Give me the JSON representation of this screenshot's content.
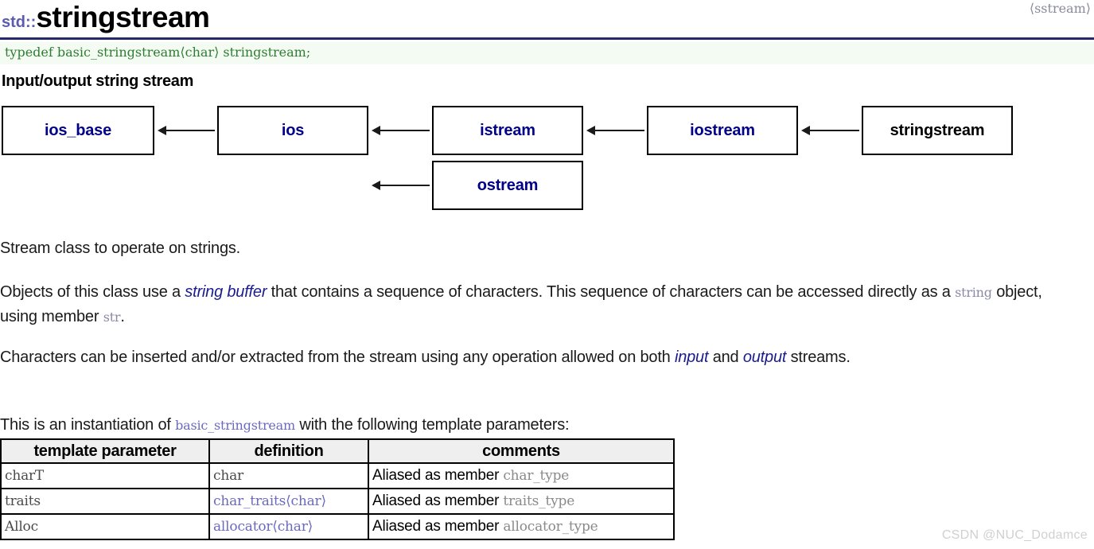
{
  "page": {
    "namespace": "std::",
    "class_name": "stringstream",
    "header_file": "⟨sstream⟩",
    "typedef_line": "typedef basic_stringstream⟨char⟩ stringstream;",
    "subtitle": "Input/output string stream",
    "watermark": "CSDN @NUC_Dodamce"
  },
  "colors": {
    "namespace": "#5b5bb0",
    "rule": "#27276b",
    "typedef_text": "#2e7d32",
    "typedef_bg": "#f4fbf2",
    "node_label": "#00008b",
    "link": "#1b1b8f",
    "mono_link": "#6a6ac0",
    "table_header_bg": "#efefef",
    "watermark": "#d0d0d0"
  },
  "diagram": {
    "nodes": [
      {
        "id": "ios_base",
        "label": "ios_base",
        "current": false
      },
      {
        "id": "ios",
        "label": "ios",
        "current": false
      },
      {
        "id": "istream",
        "label": "istream",
        "current": false
      },
      {
        "id": "ostream",
        "label": "ostream",
        "current": false
      },
      {
        "id": "iostream",
        "label": "iostream",
        "current": false
      },
      {
        "id": "stringstream",
        "label": "stringstream",
        "current": true
      }
    ],
    "edges": [
      {
        "from": "ios",
        "to": "ios_base"
      },
      {
        "from": "istream",
        "to": "ios"
      },
      {
        "from": "ostream",
        "to": "ios"
      },
      {
        "from": "iostream",
        "to": "istream"
      },
      {
        "from": "stringstream",
        "to": "iostream"
      }
    ]
  },
  "paragraphs": {
    "p1": "Stream class to operate on strings.",
    "p2_a": "Objects of this class use a ",
    "p2_link1": "string buffer",
    "p2_b": " that contains a sequence of characters. This sequence of characters can be accessed directly as a ",
    "p2_code1": "string",
    "p2_c": " object, using member ",
    "p2_code2": "str",
    "p2_d": ".",
    "p3_a": "Characters can be inserted and/or extracted from the stream using any operation allowed on both ",
    "p3_link1": "input",
    "p3_b": " and ",
    "p3_link2": "output",
    "p3_c": " streams.",
    "p4_a": "This is an instantiation of ",
    "p4_code1": "basic_stringstream",
    "p4_b": " with the following template parameters:"
  },
  "table": {
    "headers": [
      "template parameter",
      "definition",
      "comments"
    ],
    "rows": [
      {
        "parameter": "charT",
        "definition": "char",
        "definition_is_link": false,
        "comment_text": "Aliased as member ",
        "comment_code": "char_type"
      },
      {
        "parameter": "traits",
        "definition": "char_traits⟨char⟩",
        "definition_is_link": true,
        "comment_text": "Aliased as member ",
        "comment_code": "traits_type"
      },
      {
        "parameter": "Alloc",
        "definition": "allocator⟨char⟩",
        "definition_is_link": true,
        "comment_text": "Aliased as member ",
        "comment_code": "allocator_type"
      }
    ]
  }
}
